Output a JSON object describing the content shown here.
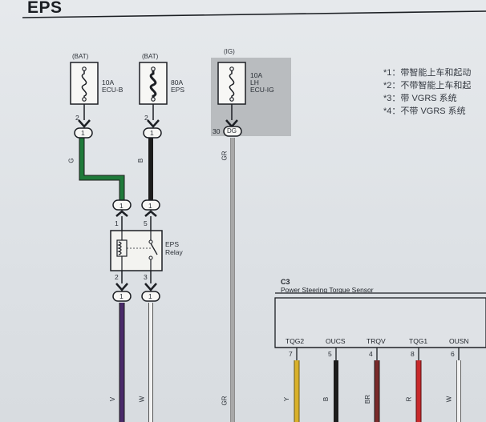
{
  "header": {
    "title": "EPS"
  },
  "fuses": [
    {
      "source": "(BAT)",
      "rating": "10A",
      "name": "ECU-B",
      "pin": "2",
      "connector": "1"
    },
    {
      "source": "(BAT)",
      "rating": "80A",
      "name": "EPS",
      "pin": "2",
      "connector": "1"
    },
    {
      "source": "(IG)",
      "rating": "10A",
      "name_line1": "LH",
      "name_line2": "ECU-IG",
      "pin": "30",
      "connector": "DG"
    }
  ],
  "relay": {
    "label_line1": "EPS",
    "label_line2": "Relay",
    "pin_in_left": "1",
    "pin_in_right": "5",
    "pin_out_left": "2",
    "pin_out_right": "3",
    "connector_in_left": "1",
    "connector_in_right": "1",
    "connector_out_left": "1",
    "connector_out_right": "1"
  },
  "wires": {
    "ecu_b_color": "G",
    "eps_color": "B",
    "ig_color_top": "GR",
    "ig_color_bottom": "GR",
    "relay_out_left_color": "V",
    "relay_out_right_color": "W"
  },
  "notes": [
    "*1：带智能上车和起动",
    "*2：不带智能上车和起",
    "*3：带 VGRS 系统",
    "*4：不带 VGRS 系统"
  ],
  "sensor": {
    "id": "C3",
    "name": "Power Steering Torque Sensor",
    "terminals": [
      {
        "name": "TQG2",
        "pin": "7",
        "color_code": "Y"
      },
      {
        "name": "OUCS",
        "pin": "5",
        "color_code": "B"
      },
      {
        "name": "TRQV",
        "pin": "4",
        "color_code": "BR"
      },
      {
        "name": "TQG1",
        "pin": "8",
        "color_code": "R"
      },
      {
        "name": "OUSN",
        "pin": "6",
        "color_code": "W"
      }
    ]
  },
  "colors": {
    "green": "#1f7a3a",
    "black": "#1c1c1c",
    "gray": "#9a9a9a",
    "violet": "#4a2a6a",
    "white": "#f2f2f2",
    "yellow": "#d9b12a",
    "brown": "#7a2a2a",
    "red": "#c8292b"
  }
}
